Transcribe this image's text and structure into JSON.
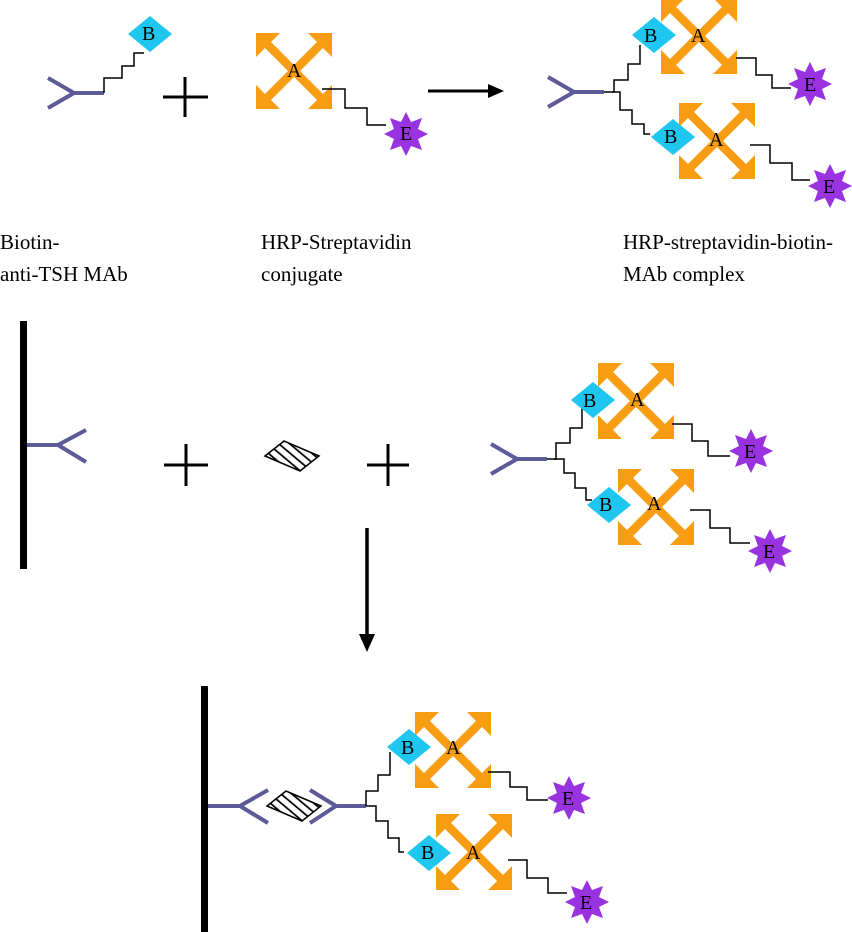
{
  "labels": {
    "biotin": "B",
    "avidin": "A",
    "enzyme": "E"
  },
  "captions": {
    "biotin_mab": {
      "line1": "Biotin-",
      "line2": "anti-TSH MAb"
    },
    "conjugate": {
      "line1": "HRP-Streptavidin",
      "line2": "conjugate"
    },
    "complex": {
      "line1": "HRP-streptavidin-biotin-",
      "line2": "MAb complex"
    }
  },
  "colors": {
    "antibody": "#5B5B98",
    "biotin": "#1EC6F0",
    "streptavidin": "#F89C12",
    "enzyme": "#9933E0",
    "line": "#000000"
  },
  "icons": {
    "biotin": "cyan-diamond",
    "streptavidin": "orange-cross-arrows",
    "enzyme": "purple-star",
    "antigen": "hatched-diamond",
    "antibody": "y-shape"
  }
}
